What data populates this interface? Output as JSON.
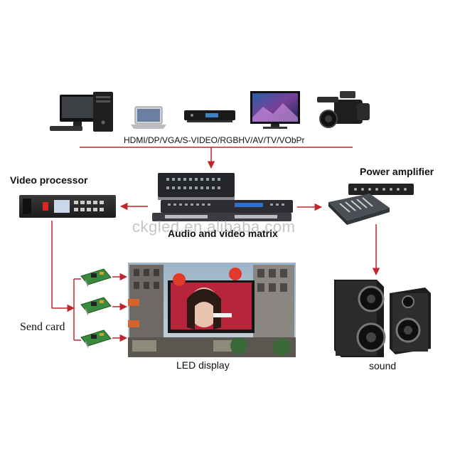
{
  "labels": {
    "signal_types": "HDMI/DP/VGA/S-VIDEO/RGBHV/AV/TV/VObPr",
    "video_processor": "Video processor",
    "power_amplifier": "Power amplifier",
    "matrix": "Audio and video matrix",
    "send_card": "Send card",
    "led_display": "LED display",
    "sound": "sound"
  },
  "watermark": "ckgled.en.alibaba.com",
  "colors": {
    "arrow": "#c0272d",
    "chassis": "#2a2a2a",
    "pcb": "#3a8a3e",
    "text": "#111111"
  },
  "icons": {
    "sources": [
      "desktop-computer-icon",
      "laptop-icon",
      "set-top-box-icon",
      "television-icon",
      "video-camera-icon"
    ],
    "devices": [
      "video-processor-device",
      "av-matrix-device",
      "audio-mixer-device",
      "send-card-icon",
      "led-screen-image",
      "speaker-icon"
    ]
  }
}
